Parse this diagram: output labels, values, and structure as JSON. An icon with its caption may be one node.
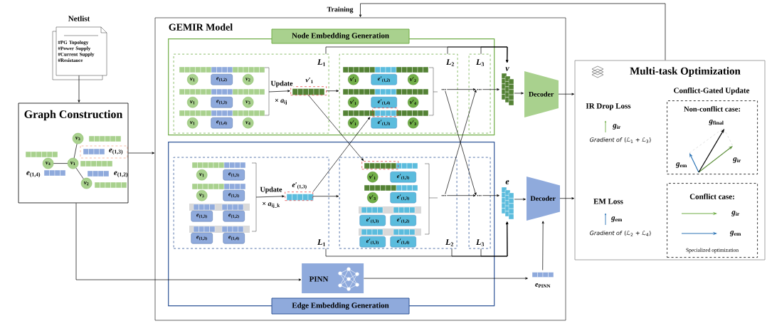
{
  "diagram": {
    "nodes": [
      {
        "text": [
          "Netlist",
          "#PG Topology",
          "#Power Supply",
          "#Current Supply",
          "#Resistance"
        ]
      },
      {
        "text": [
          "Graph Construction"
        ]
      },
      {
        "text": [
          "*v*$_{3}$"
        ],
        "in": 1
      },
      {
        "text": [
          "*v*$_{4}$"
        ],
        "in": 1
      },
      {
        "text": [
          "*v*$_{1}$"
        ],
        "in": 1
      },
      {
        "text": [
          "*v*$_{2}$"
        ],
        "in": 1
      },
      {
        "text": [
          "GEMIR Model"
        ]
      },
      {
        "text": [
          "Node Embedding Generation"
        ],
        "in": 6
      },
      {
        "text": [
          "*L*$_{1}$"
        ],
        "in": 7
      },
      {
        "text": [
          "*v*$_{1}$"
        ],
        "in": 8
      },
      {
        "text": [
          "*e*$_{(1,2)}$"
        ],
        "in": 8
      },
      {
        "text": [
          "*v*$_{2}$"
        ],
        "in": 8
      },
      {
        "text": [
          "*v*$_{1}$"
        ],
        "in": 8
      },
      {
        "text": [
          "*e*$_{(1,3)}$"
        ],
        "in": 8
      },
      {
        "text": [
          "*v*$_{3}$"
        ],
        "in": 8
      },
      {
        "text": [
          "*v*$_{1}$"
        ],
        "in": 8
      },
      {
        "text": [
          "*e*$_{(1,4)}$"
        ],
        "in": 8
      },
      {
        "text": [
          "*v*$_{4}$"
        ],
        "in": 8
      },
      {
        "text": [
          "*v*′$_{1}$"
        ],
        "in": 8
      },
      {
        "text": [
          "*L*$_{2}$"
        ],
        "in": 7
      },
      {
        "text": [
          "*v*′$_{1}$"
        ],
        "in": 19
      },
      {
        "text": [
          "*e*′$_{(1,2)}$"
        ],
        "in": 19
      },
      {
        "text": [
          "*v*′$_{2}$"
        ],
        "in": 19
      },
      {
        "text": [
          "*v*′$_{1}$"
        ],
        "in": 19
      },
      {
        "text": [
          "*e*′$_{(1,4)}$"
        ],
        "in": 19
      },
      {
        "text": [
          "*v*′$_{4}$"
        ],
        "in": 19
      },
      {
        "text": [
          "*v*′$_{1}$"
        ],
        "in": 19
      },
      {
        "text": [
          "*e*′$_{(1,3)}$"
        ],
        "in": 19
      },
      {
        "text": [
          "*v*′$_{3}$"
        ],
        "in": 19
      },
      {
        "text": [],
        "shape": "box",
        "in": 19
      },
      {
        "text": [
          "..."
        ],
        "in": 19
      },
      {
        "text": [
          "*L*$_{3}$"
        ],
        "in": 7
      },
      {
        "text": [
          "..."
        ],
        "in": 31
      },
      {
        "text": [
          "v"
        ],
        "in": 6
      },
      {
        "text": [
          "Decoder"
        ],
        "in": 6
      },
      {
        "text": [
          "Edge Embedding Generation"
        ],
        "in": 6
      },
      {
        "text": [
          "*L*$_{1}$"
        ],
        "in": 35
      },
      {
        "text": [
          "*v*$_{1}$"
        ],
        "in": 36
      },
      {
        "text": [
          "*e*$_{(1,3)}$"
        ],
        "in": 36
      },
      {
        "text": [
          "*v*$_{3}$"
        ],
        "in": 36
      },
      {
        "text": [
          "*e*$_{(1,3)}$"
        ],
        "in": 36
      },
      {
        "text": [
          "*e*$_{(1,3)}$"
        ],
        "in": 36
      },
      {
        "text": [
          "*e*$_{(1,2)}$"
        ],
        "in": 36
      },
      {
        "text": [
          "*e*$_{(1,3)}$"
        ],
        "in": 36
      },
      {
        "text": [
          "*e*$_{(1,4)}$"
        ],
        "in": 36
      },
      {
        "text": [
          "*e*′$_{(1,3)}$"
        ],
        "in": 36
      },
      {
        "text": [
          "*L*$_{2}$"
        ],
        "in": 35
      },
      {
        "text": [],
        "shape": "box",
        "in": 46
      },
      {
        "text": [
          "*v*′$_{1}$"
        ],
        "in": 46
      },
      {
        "text": [
          "*e*′$_{(1,3)}$"
        ],
        "in": 46
      },
      {
        "text": [
          "*v*′$_{3}$"
        ],
        "in": 46
      },
      {
        "text": [
          "*e*′$_{(1,3)}$"
        ],
        "in": 46
      },
      {
        "text": [
          "*e*′$_{(1,3)}$"
        ],
        "in": 46
      },
      {
        "text": [
          "*e*′$_{(1,2)}$"
        ],
        "in": 46
      },
      {
        "text": [
          "*e*′$_{(1,3)}$"
        ],
        "in": 46
      },
      {
        "text": [
          "*e*′$_{(1,4)}$"
        ],
        "in": 46
      },
      {
        "text": [
          "..."
        ],
        "in": 46
      },
      {
        "text": [
          "*L*$_{3}$"
        ],
        "in": 35
      },
      {
        "text": [
          "..."
        ],
        "in": 57
      },
      {
        "text": [
          "PINN"
        ],
        "in": 35
      },
      {
        "text": [
          "e"
        ],
        "in": 6
      },
      {
        "text": [
          "Decoder"
        ],
        "in": 6
      },
      {
        "text": [
          "*e*$_{PINN}$"
        ],
        "in": 6
      },
      {
        "text": [
          "Multi-task Optimization",
          "Conflict-Gated Update",
          "IR Drop Loss",
          "*Gradient of* (ℒ$_{1}$ + ℒ$_{3}$)",
          "EM Loss",
          "*Gradient of* (ℒ$_{2}$ + ℒ$_{4}$)"
        ]
      },
      {
        "text": [
          "Non-conflict case:"
        ],
        "in": 63
      },
      {
        "text": [
          "Conflict case:",
          "Specialized optimization"
        ],
        "in": 63
      }
    ],
    "edges": [
      {
        "from": 0,
        "to": 1,
        "arrow": "to"
      },
      {
        "from": 4,
        "to": 2,
        "arrow": "none"
      },
      {
        "from": 4,
        "to": 3,
        "arrow": "none"
      },
      {
        "from": 4,
        "to": 5,
        "arrow": "none"
      },
      {
        "from": 1,
        "to": 6,
        "arrow": "to"
      },
      {
        "from": 1,
        "to": 59,
        "arrow": "to"
      },
      {
        "from": null,
        "to": 18,
        "arrow": "to",
        "label": "Update"
      },
      {
        "from": 18,
        "to": 19,
        "arrow": "to"
      },
      {
        "from": 18,
        "to": 47,
        "arrow": "to"
      },
      {
        "from": 30,
        "to": 32,
        "arrow": "to"
      },
      {
        "from": 32,
        "to": 33,
        "arrow": "to"
      },
      {
        "from": 8,
        "to": 33,
        "arrow": "to"
      },
      {
        "from": 19,
        "to": 33,
        "arrow": "to"
      },
      {
        "from": 31,
        "to": 33,
        "arrow": "to"
      },
      {
        "from": 33,
        "to": 34,
        "arrow": "to"
      },
      {
        "from": 34,
        "to": 63,
        "arrow": "to"
      },
      {
        "from": null,
        "to": 45,
        "arrow": "to",
        "label": "Update"
      },
      {
        "from": 45,
        "to": 46,
        "arrow": "to"
      },
      {
        "from": 45,
        "to": 29,
        "arrow": "to"
      },
      {
        "from": 30,
        "to": 58,
        "arrow": "to"
      },
      {
        "from": 56,
        "to": 32,
        "arrow": "to"
      },
      {
        "from": 56,
        "to": 58,
        "arrow": "to"
      },
      {
        "from": 58,
        "to": 60,
        "arrow": "to"
      },
      {
        "from": 36,
        "to": 60,
        "arrow": "to"
      },
      {
        "from": 46,
        "to": 60,
        "arrow": "to"
      },
      {
        "from": 57,
        "to": 60,
        "arrow": "to"
      },
      {
        "from": 60,
        "to": 61,
        "arrow": "to"
      },
      {
        "from": 61,
        "to": 63,
        "arrow": "to"
      },
      {
        "from": 59,
        "to": 62,
        "arrow": "to"
      },
      {
        "from": 62,
        "to": 61,
        "arrow": "to"
      },
      {
        "from": 63,
        "to": 6,
        "arrow": "to",
        "label": "Training"
      }
    ],
    "labels": [
      "*e*$_{(1,3)}$",
      "*e*$_{(1,4)}$",
      "*e*$_{(1,2)}$",
      "× *a*$_{ij}$",
      "× *a*$_{ij_k}$",
      "*g*$_{ir}$",
      "*g*$_{final}$",
      "*g*$_{ir}$",
      "*g*$_{em}$",
      "*g*$_{em}$",
      "*g*$_{ir}$",
      "*g*$_{em}$"
    ]
  }
}
